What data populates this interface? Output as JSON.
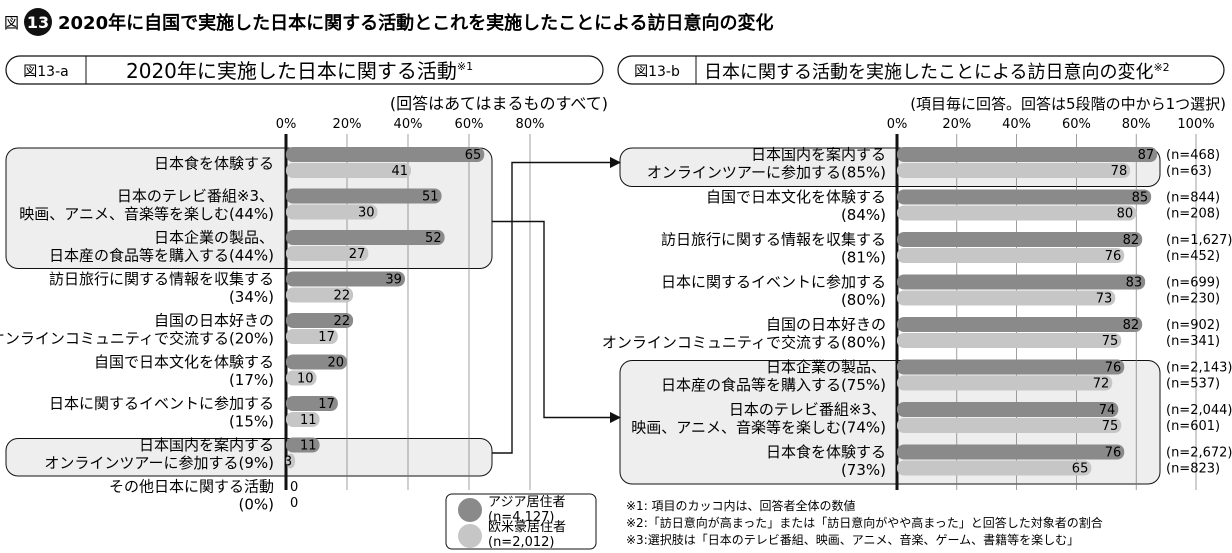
{
  "figure": {
    "label": "図",
    "number": "13",
    "title": "2020年に自国で実施した日本に関する活動とこれを実施したことによる訪日意向の変化"
  },
  "colors": {
    "asia": "#8a8a8a",
    "western": "#c6c6c6",
    "highlight_fill": "#eeeeee",
    "axis": "#111111"
  },
  "legend": {
    "items": [
      {
        "name": "アジア居住者",
        "n": "(n=4,127)"
      },
      {
        "name": "欧米豪居住者",
        "n": "(n=2,012)"
      }
    ]
  },
  "chart_data": [
    {
      "id": "13-a",
      "type": "bar",
      "orientation": "horizontal",
      "tag": "図13-a",
      "title": "2020年に実施した日本に関する活動",
      "title_note": "※1",
      "subtitle": "(回答はあてはまるものすべて)",
      "xlim": [
        0,
        80
      ],
      "ticks": [
        "0%",
        "20%",
        "40%",
        "60%",
        "80%"
      ],
      "series": [
        {
          "name": "アジア居住者",
          "values": [
            65,
            51,
            52,
            39,
            22,
            20,
            17,
            11,
            0
          ]
        },
        {
          "name": "欧米豪居住者",
          "values": [
            41,
            30,
            27,
            22,
            17,
            10,
            11,
            3,
            0
          ]
        }
      ],
      "categories": [
        {
          "lines": [
            "日本食を体験する"
          ]
        },
        {
          "lines": [
            "日本のテレビ番組※3、",
            "映画、アニメ、音楽等を楽しむ(44%)"
          ]
        },
        {
          "lines": [
            "日本企業の製品、",
            "日本産の食品等を購入する(44%)"
          ]
        },
        {
          "lines": [
            "訪日旅行に関する情報を収集する",
            "(34%)"
          ]
        },
        {
          "lines": [
            "自国の日本好きの",
            "オンラインコミュニティで交流する(20%)"
          ]
        },
        {
          "lines": [
            "自国で日本文化を体験する",
            "(17%)"
          ]
        },
        {
          "lines": [
            "日本に関するイベントに参加する",
            "(15%)"
          ]
        },
        {
          "lines": [
            "日本国内を案内する",
            "オンラインツアーに参加する(9%)"
          ]
        },
        {
          "lines": [
            "その他日本に関する活動",
            "(0%)"
          ]
        }
      ],
      "highlighted": [
        [
          0,
          2
        ],
        [
          7,
          7
        ]
      ]
    },
    {
      "id": "13-b",
      "type": "bar",
      "orientation": "horizontal",
      "tag": "図13-b",
      "title": "日本に関する活動を実施したことによる訪日意向の変化",
      "title_note": "※2",
      "subtitle": "(項目毎に回答。回答は5段階の中から1つ選択)",
      "xlim": [
        0,
        100
      ],
      "ticks": [
        "0%",
        "20%",
        "40%",
        "60%",
        "80%",
        "100%"
      ],
      "series": [
        {
          "name": "アジア居住者",
          "values": [
            87,
            85,
            82,
            83,
            82,
            76,
            74,
            76
          ],
          "n": [
            "(n=468)",
            "(n=844)",
            "(n=1,627)",
            "(n=699)",
            "(n=902)",
            "(n=2,143)",
            "(n=2,044)",
            "(n=2,672)"
          ]
        },
        {
          "name": "欧米豪居住者",
          "values": [
            78,
            80,
            76,
            73,
            75,
            72,
            75,
            65
          ],
          "n": [
            "(n=63)",
            "(n=208)",
            "(n=452)",
            "(n=230)",
            "(n=341)",
            "(n=537)",
            "(n=601)",
            "(n=823)"
          ]
        }
      ],
      "categories": [
        {
          "lines": [
            "日本国内を案内する",
            "オンラインツアーに参加する(85%)"
          ]
        },
        {
          "lines": [
            "自国で日本文化を体験する",
            "(84%)"
          ]
        },
        {
          "lines": [
            "訪日旅行に関する情報を収集する",
            "(81%)"
          ]
        },
        {
          "lines": [
            "日本に関するイベントに参加する",
            "(80%)"
          ]
        },
        {
          "lines": [
            "自国の日本好きの",
            "オンラインコミュニティで交流する(80%)"
          ]
        },
        {
          "lines": [
            "日本企業の製品、",
            "日本産の食品等を購入する(75%)"
          ]
        },
        {
          "lines": [
            "日本のテレビ番組※3、",
            "映画、アニメ、音楽等を楽しむ(74%)"
          ]
        },
        {
          "lines": [
            "日本食を体験する",
            "(73%)"
          ]
        }
      ],
      "highlighted": [
        [
          0,
          0
        ],
        [
          5,
          7
        ]
      ]
    }
  ],
  "footnotes": [
    "※1: 項目のカッコ内は、回答者全体の数値",
    "※2:「訪日意向が高まった」または「訪日意向がやや高まった」と回答した対象者の割合",
    "※3:選択肢は「日本のテレビ番組、映画、アニメ、音楽、ゲーム、書籍等を楽しむ」"
  ]
}
